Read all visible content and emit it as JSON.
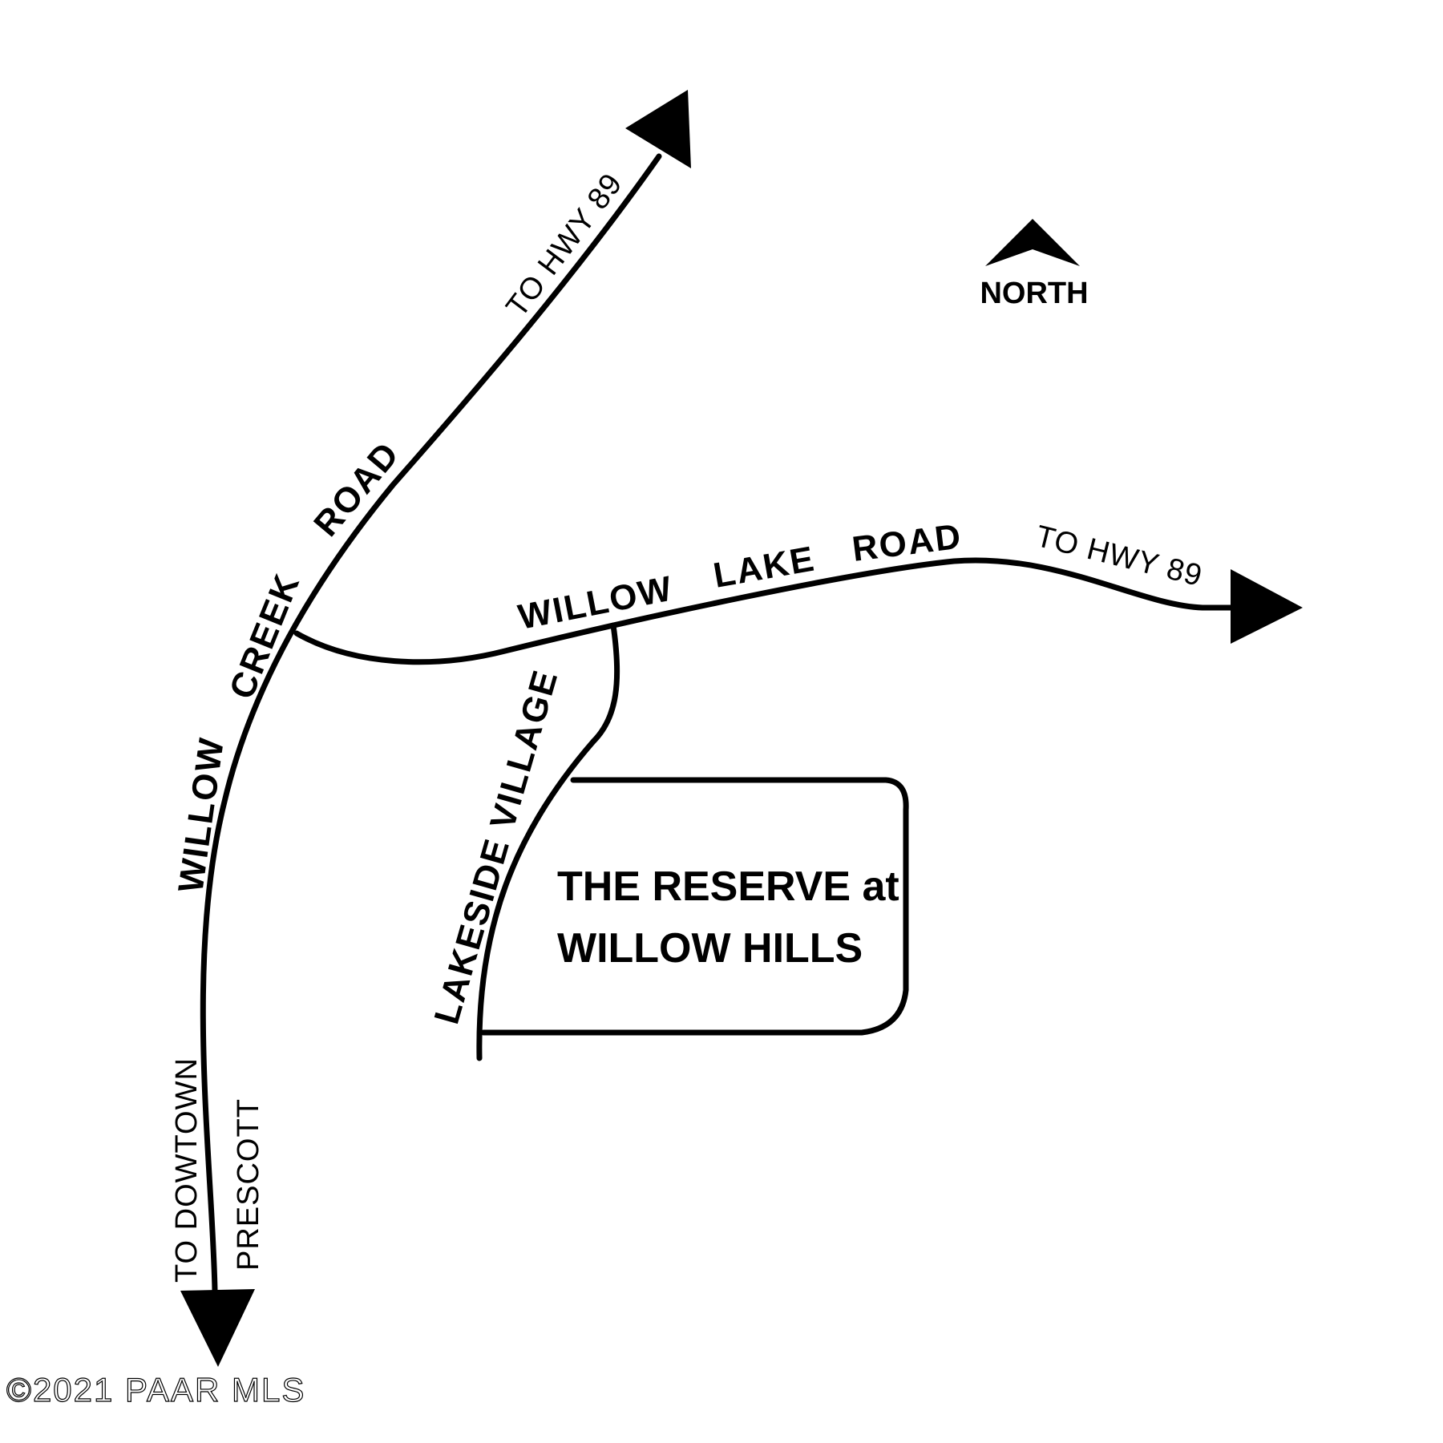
{
  "roads": {
    "willow_creek": {
      "name": "WILLOW CREEK ROAD",
      "word1": "WILLOW",
      "word2": "CREEK",
      "word3": "ROAD",
      "north_dest": "TO HWY 89",
      "south_dest_line1": "TO DOWTOWN",
      "south_dest_line2": "PRESCOTT"
    },
    "willow_lake": {
      "name": "WILLOW LAKE ROAD",
      "word1": "WILLOW",
      "word2": "LAKE",
      "word3": "ROAD",
      "east_dest": "TO HWY 89"
    },
    "lakeside": {
      "name": "LAKESIDE VILLAGE"
    }
  },
  "destination": {
    "line1": "THE RESERVE at",
    "line2": "WILLOW HILLS"
  },
  "compass": {
    "label": "NORTH"
  },
  "watermark": {
    "text": "©2021 PAAR MLS"
  }
}
